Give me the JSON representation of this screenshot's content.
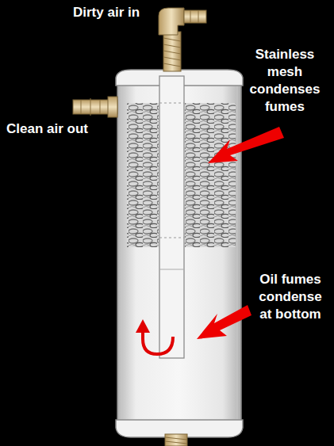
{
  "diagram": {
    "labels": [
      "Dirty air in",
      "Stainless mesh condenses fumes",
      "Clean air out",
      "Oil fumes condense at bottom"
    ]
  }
}
